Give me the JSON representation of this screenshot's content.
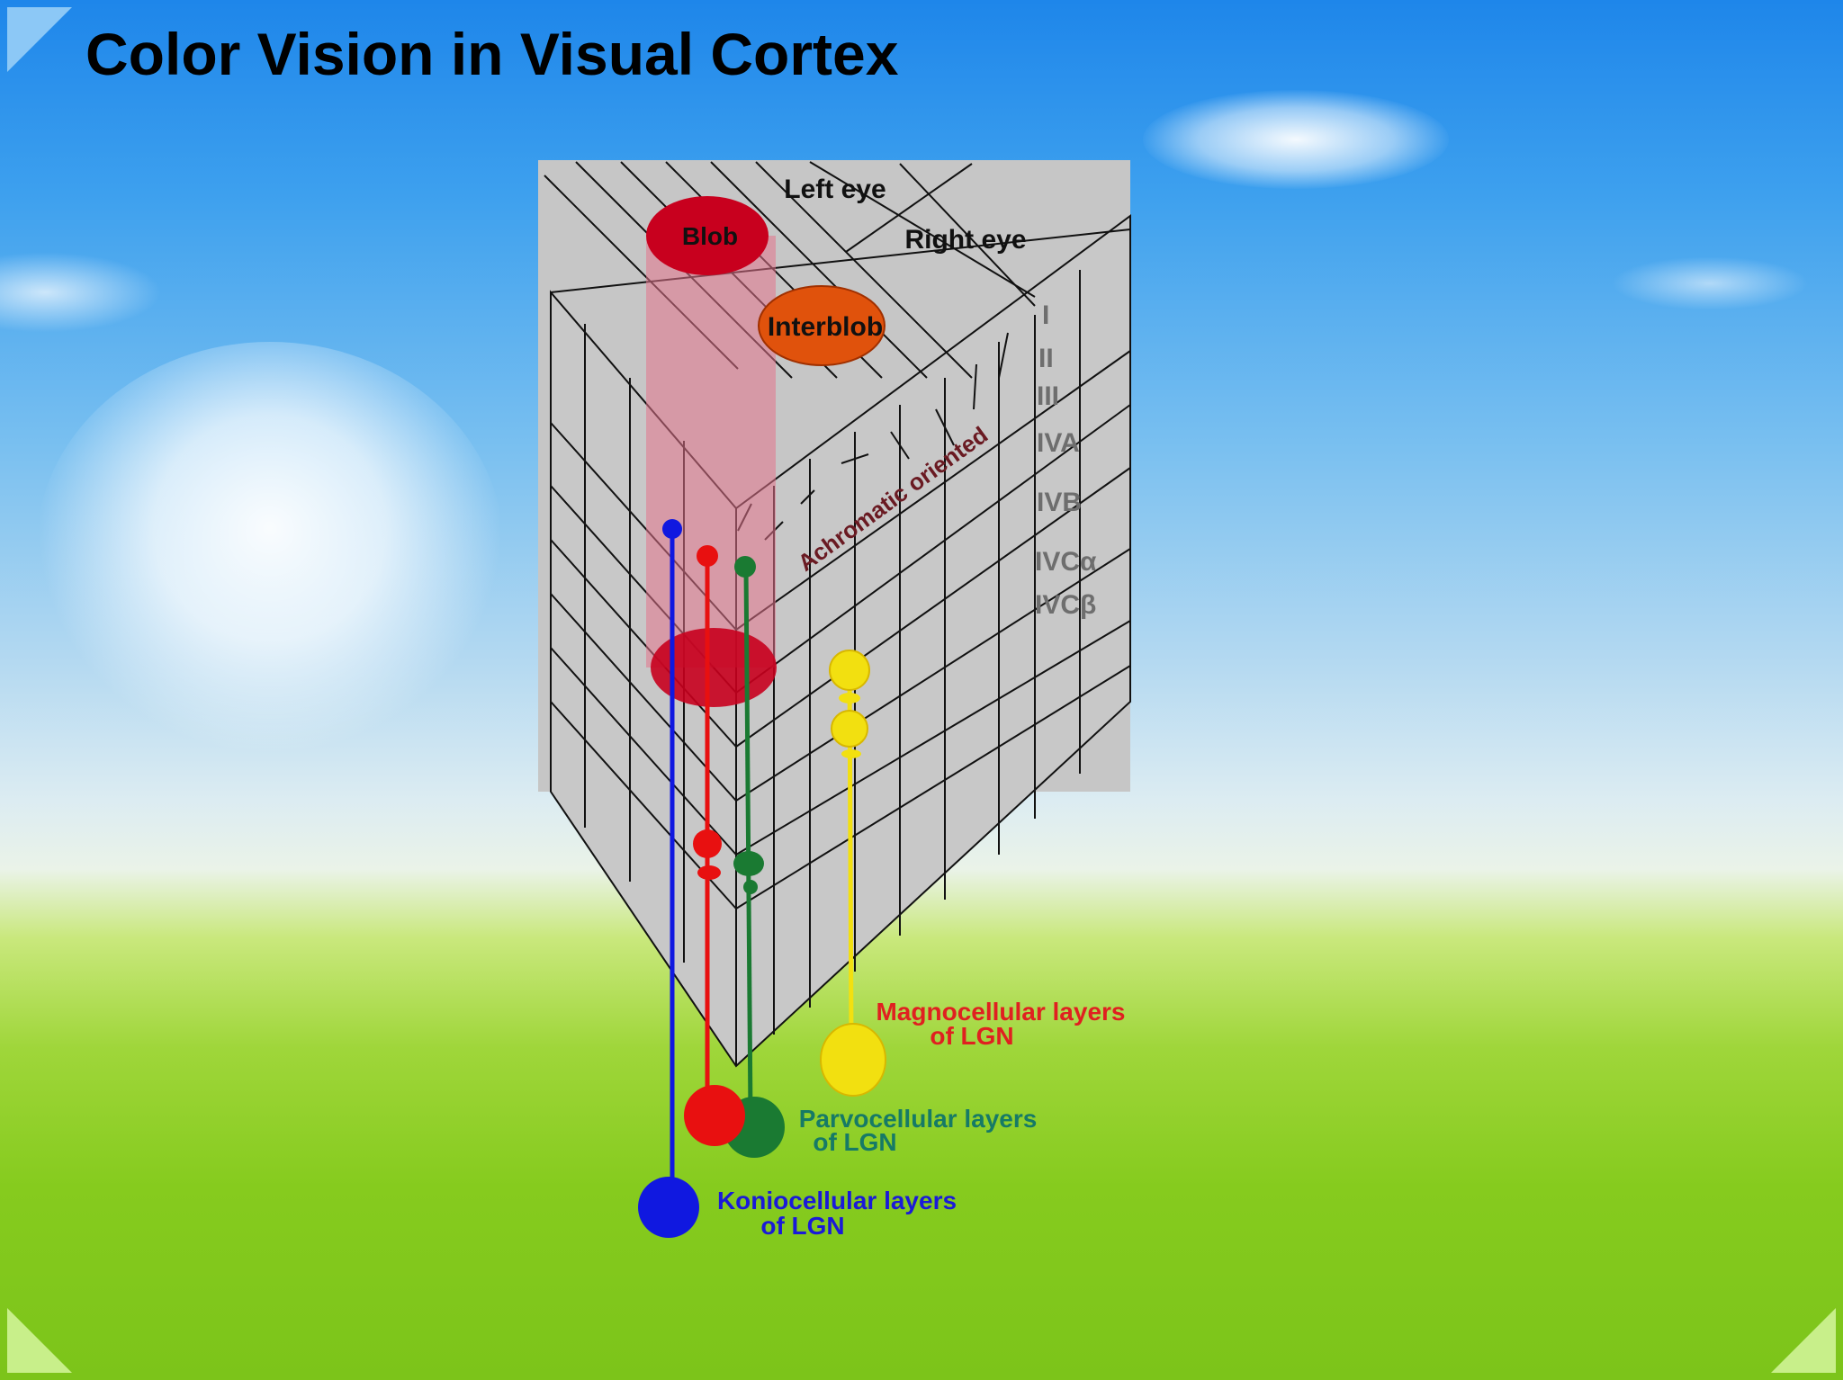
{
  "slide": {
    "title": "Color Vision in Visual Cortex"
  },
  "diagram": {
    "eye_labels": {
      "left": "Left eye",
      "right": "Right eye"
    },
    "regions": {
      "blob": "Blob",
      "interblob": "Interblob"
    },
    "pathway_label": "Achromatic oriented",
    "layers": [
      "I",
      "II",
      "III",
      "IVA",
      "IVB",
      "IVCα",
      "IVCβ"
    ],
    "lgn": {
      "magno": [
        "Magnocellular layers",
        "of LGN"
      ],
      "parvo": [
        "Parvocellular layers",
        "of LGN"
      ],
      "konio": [
        "Koniocellular layers",
        "of LGN"
      ]
    },
    "colors": {
      "blob": "#c8001e",
      "interblob": "#e0520c",
      "konio": "#1018e0",
      "parvo_red": "#e81010",
      "parvo_green": "#1a7a32",
      "magno": "#f2e010",
      "magno_text": "#e02020",
      "parvo_text": "#167a66",
      "konio_text": "#1a1ad8",
      "layer_label": "#6e6e6e"
    }
  },
  "decor": {
    "background": "sky-grass-dandelion"
  }
}
